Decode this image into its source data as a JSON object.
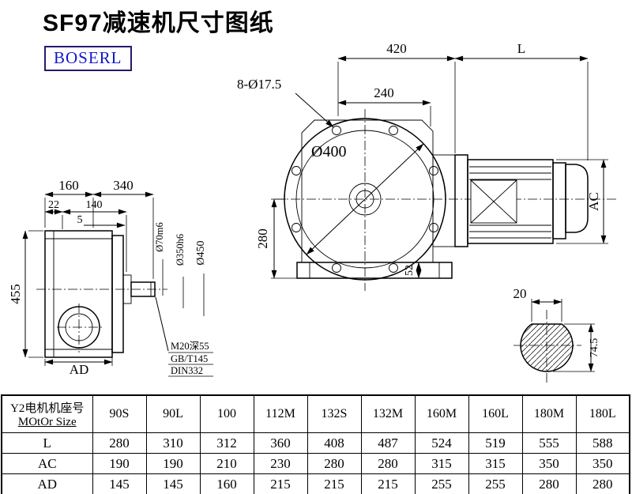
{
  "title": "SF97减速机尺寸图纸",
  "logo": "BOSERL",
  "drawing": {
    "front": {
      "width": "420",
      "motor_len": "L",
      "holes": "8-Ø17.5",
      "pitch": "240",
      "dia": "Ø400",
      "height": "280",
      "base": "52",
      "motor_dia": "AC"
    },
    "side": {
      "d160": "160",
      "d340": "340",
      "d22": "22",
      "d140": "140",
      "d5": "5",
      "d455": "455",
      "dAD": "AD",
      "shaft": "Ø70m6",
      "spigot": "Ø350h6",
      "flange": "Ø450",
      "note1": "M20深55",
      "note2": "GB/T145",
      "note3": "DIN332"
    },
    "section": {
      "key": "20",
      "depth": "74.5"
    }
  },
  "table": {
    "header_col_line1": "Y2电机机座号",
    "header_col_line2": "MOtOr Size",
    "columns": [
      "90S",
      "90L",
      "100",
      "112M",
      "132S",
      "132M",
      "160M",
      "160L",
      "180M",
      "180L"
    ],
    "rows": [
      {
        "label": "L",
        "values": [
          "280",
          "310",
          "312",
          "360",
          "408",
          "487",
          "524",
          "519",
          "555",
          "588"
        ]
      },
      {
        "label": "AC",
        "values": [
          "190",
          "190",
          "210",
          "230",
          "280",
          "280",
          "315",
          "315",
          "350",
          "350"
        ]
      },
      {
        "label": "AD",
        "values": [
          "145",
          "145",
          "160",
          "215",
          "215",
          "215",
          "255",
          "255",
          "280",
          "280"
        ]
      }
    ]
  }
}
